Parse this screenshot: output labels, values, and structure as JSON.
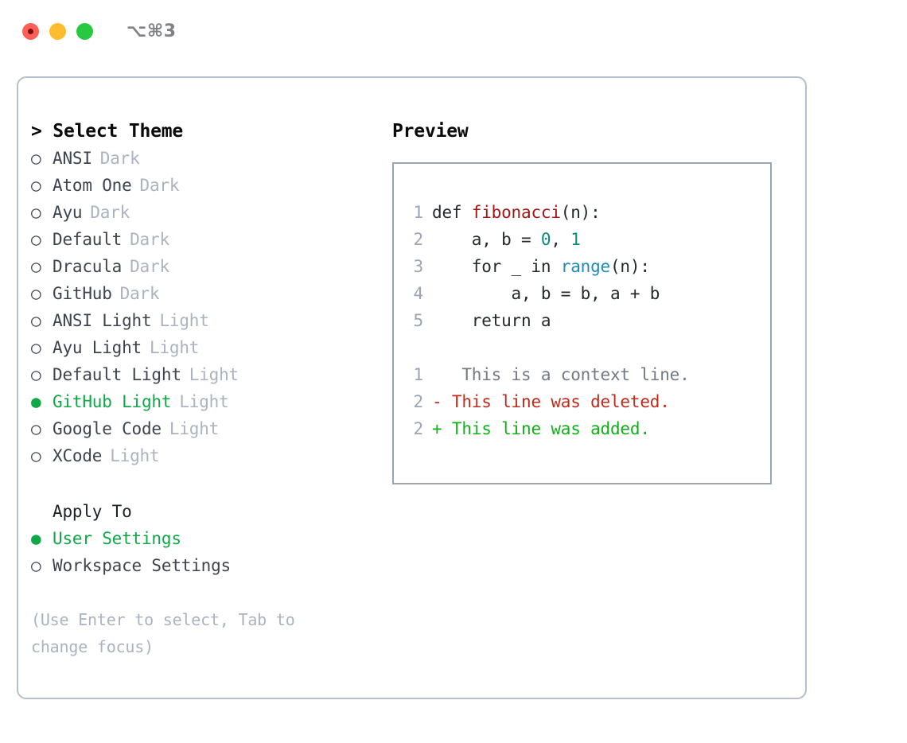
{
  "window": {
    "shortcut_label": "⌥⌘3",
    "traffic_lights": {
      "close": "close-button",
      "minimize": "minimize-button",
      "zoom": "zoom-button"
    }
  },
  "colors": {
    "accent_green": "#0fa846",
    "panel_border": "#b6bfcc",
    "preview_border": "#9aa5b5",
    "muted_text": "#aab3c0",
    "body_text": "#3d4450",
    "syntax_function": "#a31515",
    "syntax_number": "#0b8a7d",
    "syntax_call": "#1d8cb8",
    "diff_context": "#737a85",
    "diff_deleted": "#c22a1c",
    "diff_added": "#11b019"
  },
  "theme_picker": {
    "prompt": ">",
    "title": "Select Theme",
    "header_line": "> Select Theme",
    "marker_selected": "●",
    "marker_unselected": "○",
    "items": [
      {
        "name": "ANSI",
        "tag": "Dark",
        "selected": false
      },
      {
        "name": "Atom One",
        "tag": "Dark",
        "selected": false
      },
      {
        "name": "Ayu",
        "tag": "Dark",
        "selected": false
      },
      {
        "name": "Default",
        "tag": "Dark",
        "selected": false
      },
      {
        "name": "Dracula",
        "tag": "Dark",
        "selected": false
      },
      {
        "name": "GitHub",
        "tag": "Dark",
        "selected": false
      },
      {
        "name": "ANSI Light",
        "tag": "Light",
        "selected": false
      },
      {
        "name": "Ayu Light",
        "tag": "Light",
        "selected": false
      },
      {
        "name": "Default Light",
        "tag": "Light",
        "selected": false
      },
      {
        "name": "GitHub Light",
        "tag": "Light",
        "selected": true
      },
      {
        "name": "Google Code",
        "tag": "Light",
        "selected": false
      },
      {
        "name": "XCode",
        "tag": "Light",
        "selected": false
      }
    ]
  },
  "apply_to": {
    "title": "Apply To",
    "options": [
      {
        "label": "User Settings",
        "selected": true
      },
      {
        "label": "Workspace Settings",
        "selected": false
      }
    ]
  },
  "hint": "(Use Enter to select, Tab to change focus)",
  "preview": {
    "title": "Preview",
    "code": [
      {
        "lineno": "1",
        "parts": [
          {
            "text": "def ",
            "kind": "plain"
          },
          {
            "text": "fibonacci",
            "kind": "fn"
          },
          {
            "text": "(n):",
            "kind": "plain"
          }
        ]
      },
      {
        "lineno": "2",
        "parts": [
          {
            "text": "    a, b = ",
            "kind": "plain"
          },
          {
            "text": "0",
            "kind": "num"
          },
          {
            "text": ", ",
            "kind": "plain"
          },
          {
            "text": "1",
            "kind": "num"
          }
        ]
      },
      {
        "lineno": "3",
        "parts": [
          {
            "text": "    for _ in ",
            "kind": "plain"
          },
          {
            "text": "range",
            "kind": "call"
          },
          {
            "text": "(n):",
            "kind": "plain"
          }
        ]
      },
      {
        "lineno": "4",
        "parts": [
          {
            "text": "        a, b = b, a + b",
            "kind": "plain"
          }
        ]
      },
      {
        "lineno": "5",
        "parts": [
          {
            "text": "    return a",
            "kind": "plain"
          }
        ]
      }
    ],
    "diff": [
      {
        "lineno": "1",
        "sign": " ",
        "text": "  This is a context line.",
        "kind": "context"
      },
      {
        "lineno": "2",
        "sign": "-",
        "text": " This line was deleted.",
        "kind": "deleted"
      },
      {
        "lineno": "2",
        "sign": "+",
        "text": " This line was added.",
        "kind": "added"
      }
    ]
  }
}
